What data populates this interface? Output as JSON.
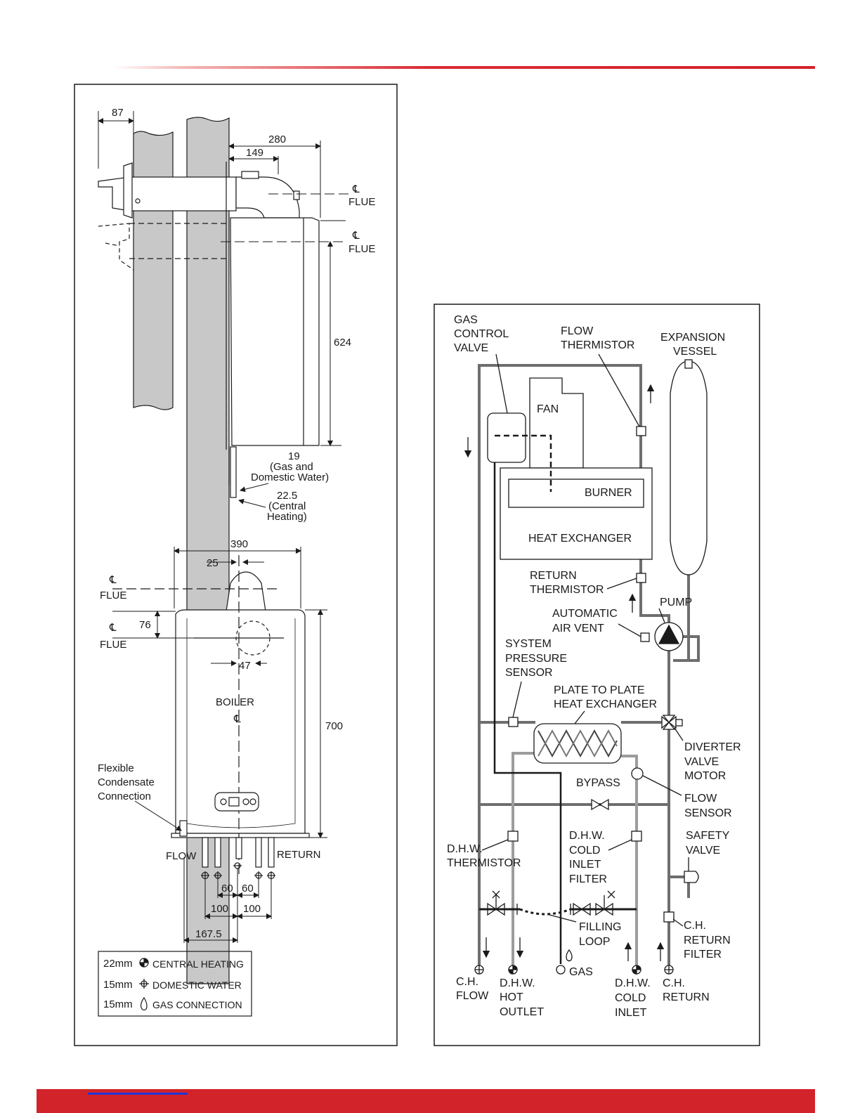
{
  "colors": {
    "accent": "#d2232a",
    "pipe": "#6e6e6e",
    "line": "#1a1a1a",
    "wall": "#c8c8c8"
  },
  "left_panel": {
    "dimensions": {
      "d87": "87",
      "d280": "280",
      "d149": "149",
      "d624": "624",
      "d19": "19",
      "gas_dw": "(Gas and",
      "gas_dw2": "Domestic Water)",
      "d225": "22.5",
      "ch": "(Central",
      "ch2": "Heating)",
      "d390": "390",
      "d25": "25",
      "d76": "76",
      "d47": "47",
      "d700": "700",
      "d60a": "60",
      "d60b": "60",
      "d100a": "100",
      "d100b": "100",
      "d1675": "167.5"
    },
    "flue_label": "FLUE",
    "boiler_label": "BOILER",
    "flexible": [
      "Flexible",
      "Condensate",
      "Connection"
    ],
    "flow_label": "FLOW",
    "return_label": "RETURN",
    "legend": [
      {
        "size": "22mm",
        "icon": "central-heating-icon",
        "text": "CENTRAL HEATING"
      },
      {
        "size": "15mm",
        "icon": "domestic-water-icon",
        "text": "DOMESTIC WATER"
      },
      {
        "size": "15mm",
        "icon": "gas-flame-icon",
        "text": "GAS CONNECTION"
      }
    ]
  },
  "right_panel": {
    "gas_control_valve": [
      "GAS",
      "CONTROL",
      "VALVE"
    ],
    "flow_thermistor": [
      "FLOW",
      "THERMISTOR"
    ],
    "expansion_vessel": [
      "EXPANSION",
      "VESSEL"
    ],
    "fan": "FAN",
    "burner": "BURNER",
    "heat_exchanger": "HEAT EXCHANGER",
    "return_thermistor": [
      "RETURN",
      "THERMISTOR"
    ],
    "pump": "PUMP",
    "automatic_air_vent": [
      "AUTOMATIC",
      "AIR VENT"
    ],
    "system_pressure_sensor": [
      "SYSTEM",
      "PRESSURE",
      "SENSOR"
    ],
    "plate_hx": [
      "PLATE TO PLATE",
      "HEAT EXCHANGER"
    ],
    "diverter_valve_motor": [
      "DIVERTER",
      "VALVE",
      "MOTOR"
    ],
    "bypass": "BYPASS",
    "flow_sensor": [
      "FLOW",
      "SENSOR"
    ],
    "dhw_thermistor": [
      "D.H.W.",
      "THERMISTOR"
    ],
    "dhw_cold_inlet_filter": [
      "D.H.W.",
      "COLD",
      "INLET",
      "FILTER"
    ],
    "safety_valve": [
      "SAFETY",
      "VALVE"
    ],
    "filling_loop": [
      "FILLING",
      "LOOP"
    ],
    "ch_return_filter": [
      "C.H.",
      "RETURN",
      "FILTER"
    ],
    "ch_flow": [
      "C.H.",
      "FLOW"
    ],
    "dhw_hot_outlet": [
      "D.H.W.",
      "HOT",
      "OUTLET"
    ],
    "gas": "GAS",
    "dhw_cold_inlet": [
      "D.H.W.",
      "COLD",
      "INLET"
    ],
    "ch_return": [
      "C.H.",
      "RETURN"
    ]
  }
}
